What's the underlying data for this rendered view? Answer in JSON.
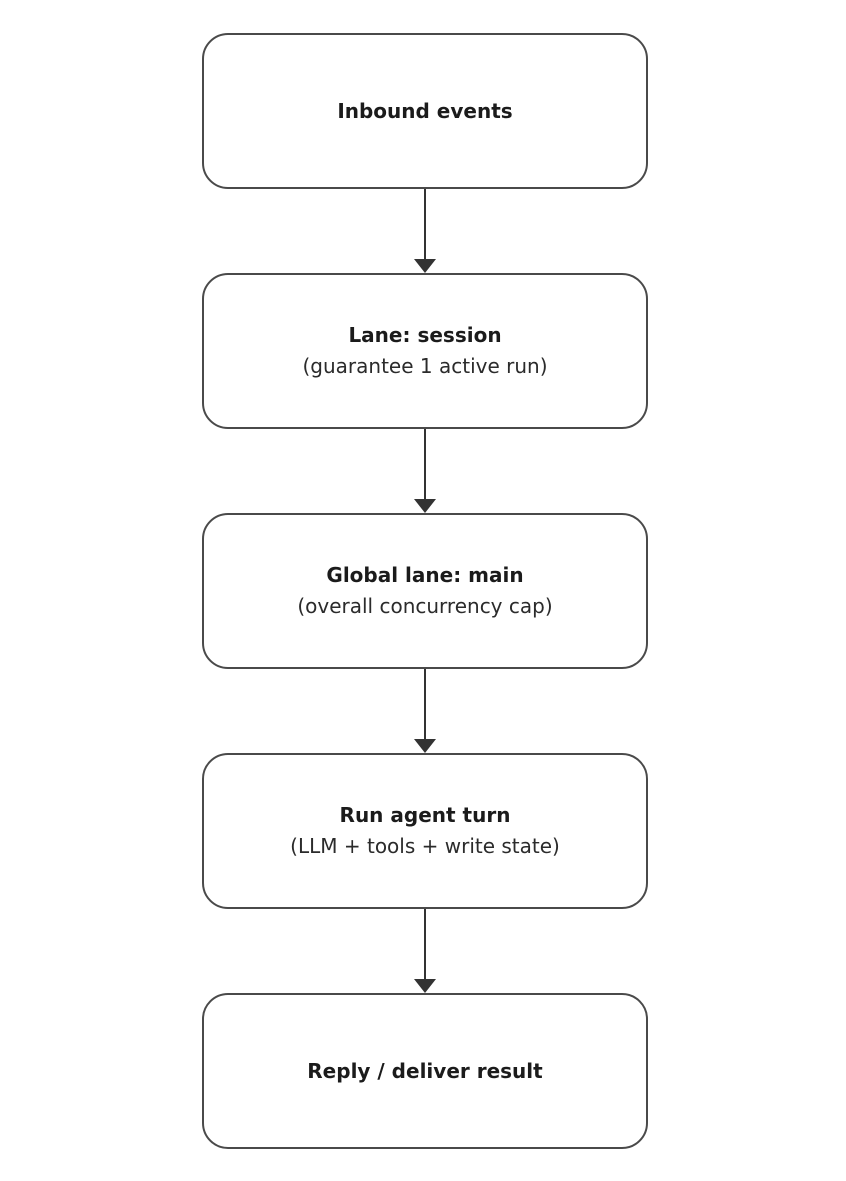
{
  "diagram": {
    "type": "flowchart",
    "direction": "top-down",
    "colors": {
      "canvas_bg": "#ffffff",
      "node_fill": "#ffffff",
      "node_border": "#4a4a4a",
      "title_text": "#1b1b1b",
      "subtitle_text": "#2b2b2b",
      "arrow": "#333333"
    },
    "nodes": [
      {
        "title": "Inbound events",
        "subtitle": ""
      },
      {
        "title": "Lane: session",
        "subtitle": "(guarantee 1 active run)"
      },
      {
        "title": "Global lane: main",
        "subtitle": "(overall concurrency cap)"
      },
      {
        "title": "Run agent turn",
        "subtitle": "(LLM + tools + write state)"
      },
      {
        "title": "Reply / deliver result",
        "subtitle": ""
      }
    ],
    "edges": [
      {
        "from": "Inbound events",
        "to": "Lane: session"
      },
      {
        "from": "Lane: session",
        "to": "Global lane: main"
      },
      {
        "from": "Global lane: main",
        "to": "Run agent turn"
      },
      {
        "from": "Run agent turn",
        "to": "Reply / deliver result"
      }
    ]
  }
}
